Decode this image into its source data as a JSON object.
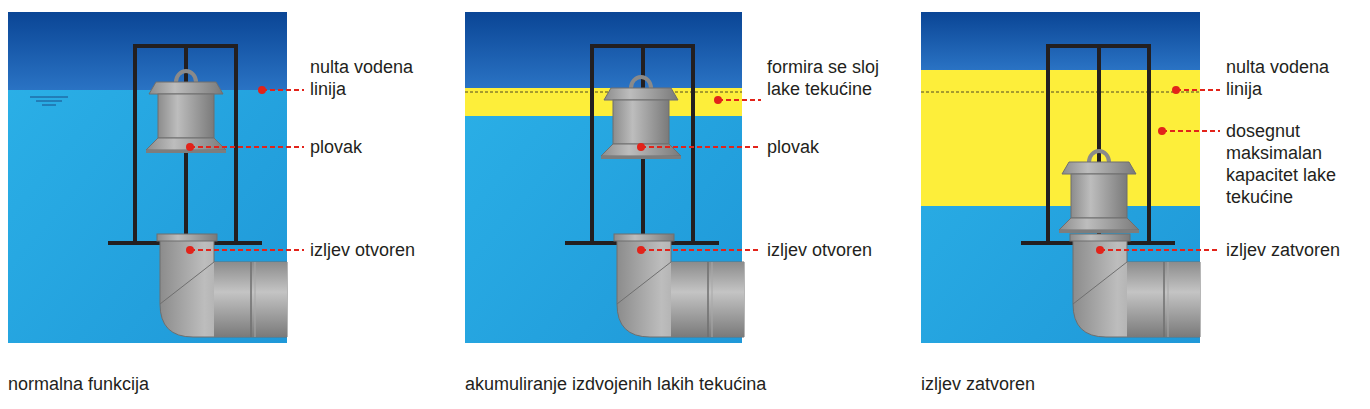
{
  "diagram": {
    "labels": [
      "nulta vodena linija",
      "plovak",
      "izljev otvoren",
      "normalna funkcija",
      "formira se sloj lake tekućine",
      "plovak",
      "izljev otvoren",
      "akumuliranje izdvojenih lakih tekućina",
      "nulta vodena linija",
      "dosegnut maksimalan kapacitet lake tekućine",
      "izljev zatvoren",
      "izljev zatvoren"
    ]
  }
}
